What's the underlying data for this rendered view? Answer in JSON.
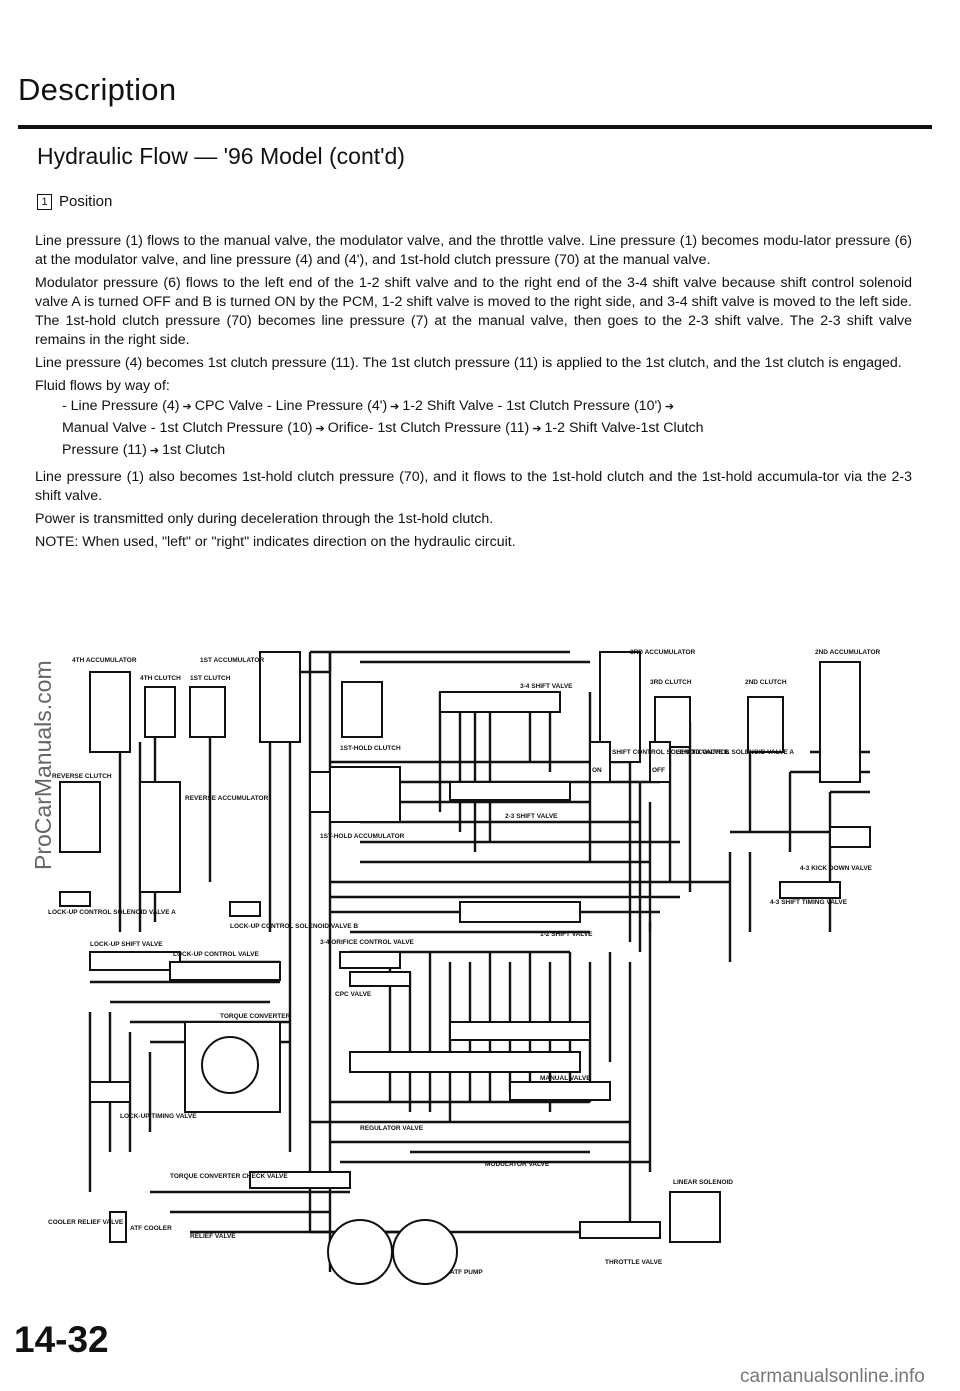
{
  "header": {
    "title": "Description",
    "subtitle": "Hydraulic Flow — '96 Model (cont'd)"
  },
  "position": {
    "box_label": "1",
    "label": "Position"
  },
  "paragraphs": [
    "Line pressure (1) flows to the manual valve, the modulator valve, and the throttle valve. Line pressure (1) becomes modu-lator pressure (6) at the modulator valve, and line pressure (4) and (4'), and 1st-hold clutch pressure (70) at the manual valve.",
    "Modulator pressure (6) flows to the left end of the 1-2 shift valve and to the right end of the 3-4 shift valve because shift control solenoid valve A is turned OFF and B is turned ON by the PCM, 1-2 shift valve is moved to the right side, and 3-4 shift valve is moved to the left side. The 1st-hold clutch pressure (70) becomes line pressure (7) at the manual valve, then goes to the 2-3 shift valve. The 2-3 shift valve remains in the right side.",
    "Line pressure (4) becomes 1st clutch pressure (11). The 1st clutch pressure (11) is applied to the 1st clutch, and the 1st clutch is engaged.",
    "Fluid flows by way of:"
  ],
  "flow_lines": [
    [
      "- Line Pressure (4)",
      "CPC Valve - Line Pressure (4')",
      "1-2 Shift Valve - 1st Clutch Pressure (10')",
      ""
    ],
    [
      "Manual Valve - 1st Clutch Pressure (10)",
      "Orifice- 1st Clutch Pressure (11)",
      "1-2 Shift Valve-1st Clutch"
    ],
    [
      "Pressure (11)",
      "1st Clutch"
    ]
  ],
  "paragraphs2": [
    "Line pressure (1) also becomes 1st-hold clutch pressure (70), and it flows to the 1st-hold clutch and the 1st-hold accumula-tor via the 2-3 shift valve.",
    "Power is transmitted only during deceleration through the 1st-hold clutch.",
    "NOTE: When used, \"left\" or \"right\" indicates direction on the hydraulic circuit."
  ],
  "diagram_labels": {
    "acc4": "4TH ACCUMULATOR",
    "clutch4": "4TH CLUTCH",
    "acc1": "1ST ACCUMULATOR",
    "clutch1": "1ST CLUTCH",
    "hold_clutch": "1ST-HOLD CLUTCH",
    "sv34": "3-4 SHIFT VALVE",
    "acc3": "3RD ACCUMULATOR",
    "clutch3": "3RD CLUTCH",
    "acc2": "2ND ACCUMULATOR",
    "clutch2": "2ND CLUTCH",
    "rev_clutch": "REVERSE CLUTCH",
    "rev_acc": "REVERSE ACCUMULATOR",
    "hold_acc": "1ST-HOLD ACCUMULATOR",
    "sv23": "2-3 SHIFT VALVE",
    "sol_b": "SHIFT CONTROL SOLENOID VALVE B",
    "sol_a": "SHIFT CONTROL SOLENOID VALVE A",
    "on": "ON",
    "off": "OFF",
    "kick43": "4-3 KICK DOWN VALVE",
    "timing43": "4-3 SHIFT TIMING VALVE",
    "lu_sol_a": "LOCK-UP CONTROL SOLENOID VALVE A",
    "lu_sol_b": "LOCK-UP CONTROL SOLENOID VALVE B",
    "orifice34": "3-4 ORIFICE CONTROL VALVE",
    "sv12": "1-2 SHIFT VALVE",
    "lu_shift": "LOCK-UP SHIFT VALVE",
    "lu_ctrl": "LOCK-UP CONTROL VALVE",
    "cpc": "CPC VALVE",
    "tc": "TORQUE CONVERTER",
    "manual": "MANUAL VALVE",
    "lu_timing": "LOCK-UP TIMING VALVE",
    "regulator": "REGULATOR VALVE",
    "tc_check": "TORQUE CONVERTER CHECK VALVE",
    "modulator": "MODULATOR VALVE",
    "linear": "LINEAR SOLENOID",
    "cooler_relief": "COOLER RELIEF VALVE",
    "atf_cooler": "ATF COOLER",
    "relief": "RELIEF VALVE",
    "pump": "ATF PUMP",
    "throttle": "THROTTLE VALVE"
  },
  "watermark": "ProCarManuals.com",
  "footer": {
    "page_number": "14-32",
    "site": "carmanualsonline.info"
  }
}
